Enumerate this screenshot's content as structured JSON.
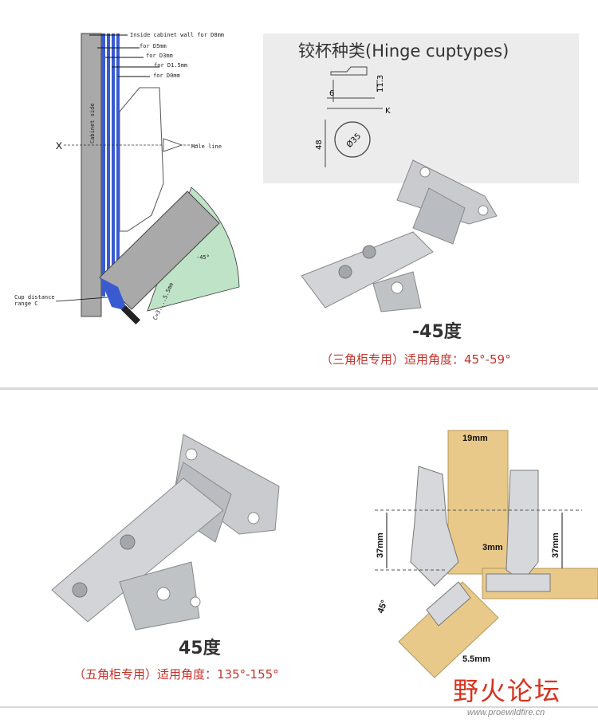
{
  "top_left_diagram": {
    "labels": {
      "inside_wall": "Inside cabinet wall for D8mm",
      "d5": "for D5mm",
      "d3": "for D3mm",
      "d15": "for D1.5mm",
      "d0": "for D0mm",
      "cabinet_side": "Cabinet side",
      "x_mark": "X",
      "hole_line": "Hole line",
      "angle": "-45°",
      "cup_distance": "Cup distance",
      "range_c": "range C",
      "c_range": "C=3....5.5mm"
    }
  },
  "cup_types": {
    "title": "铰杯种类(Hinge cuptypes)",
    "dims": {
      "d113": "11.3",
      "d6": "6",
      "k": "K",
      "d35": "Ø35",
      "d48": "48"
    }
  },
  "product_minus45": {
    "title": "-45度",
    "subtitle": "（三角柜专用）适用角度：45°-59°"
  },
  "product_45": {
    "title": "45度",
    "subtitle": "（五角柜专用）适用角度：135°-155°"
  },
  "right_diagram": {
    "labels": {
      "d19": "19mm",
      "d37a": "37mm",
      "d37b": "37mm",
      "d3": "3mm",
      "angle": "45°",
      "d55": "5.5mm"
    }
  },
  "logo": {
    "main": "野火论坛",
    "url": "www.proewildfire.cn"
  },
  "colors": {
    "accent_red": "#c2322b",
    "wood": "#e8c98a",
    "metal": "#c9cbce",
    "diagram_blue": "#3a5bd0",
    "diagram_green": "#bfe3c6"
  }
}
